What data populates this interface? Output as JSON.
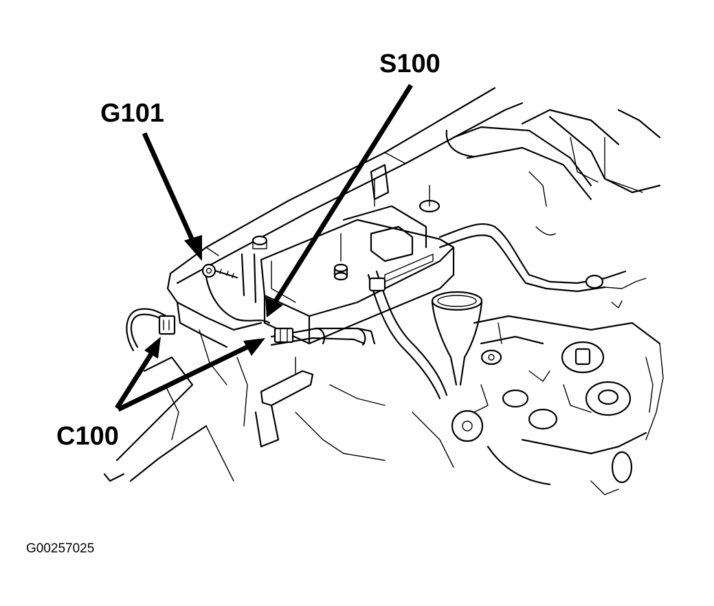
{
  "labels": {
    "g101": "G101",
    "s100": "S100",
    "c100": "C100"
  },
  "figure_id": "G00257025",
  "colors": {
    "ink": "#000000",
    "paper": "#ffffff"
  }
}
